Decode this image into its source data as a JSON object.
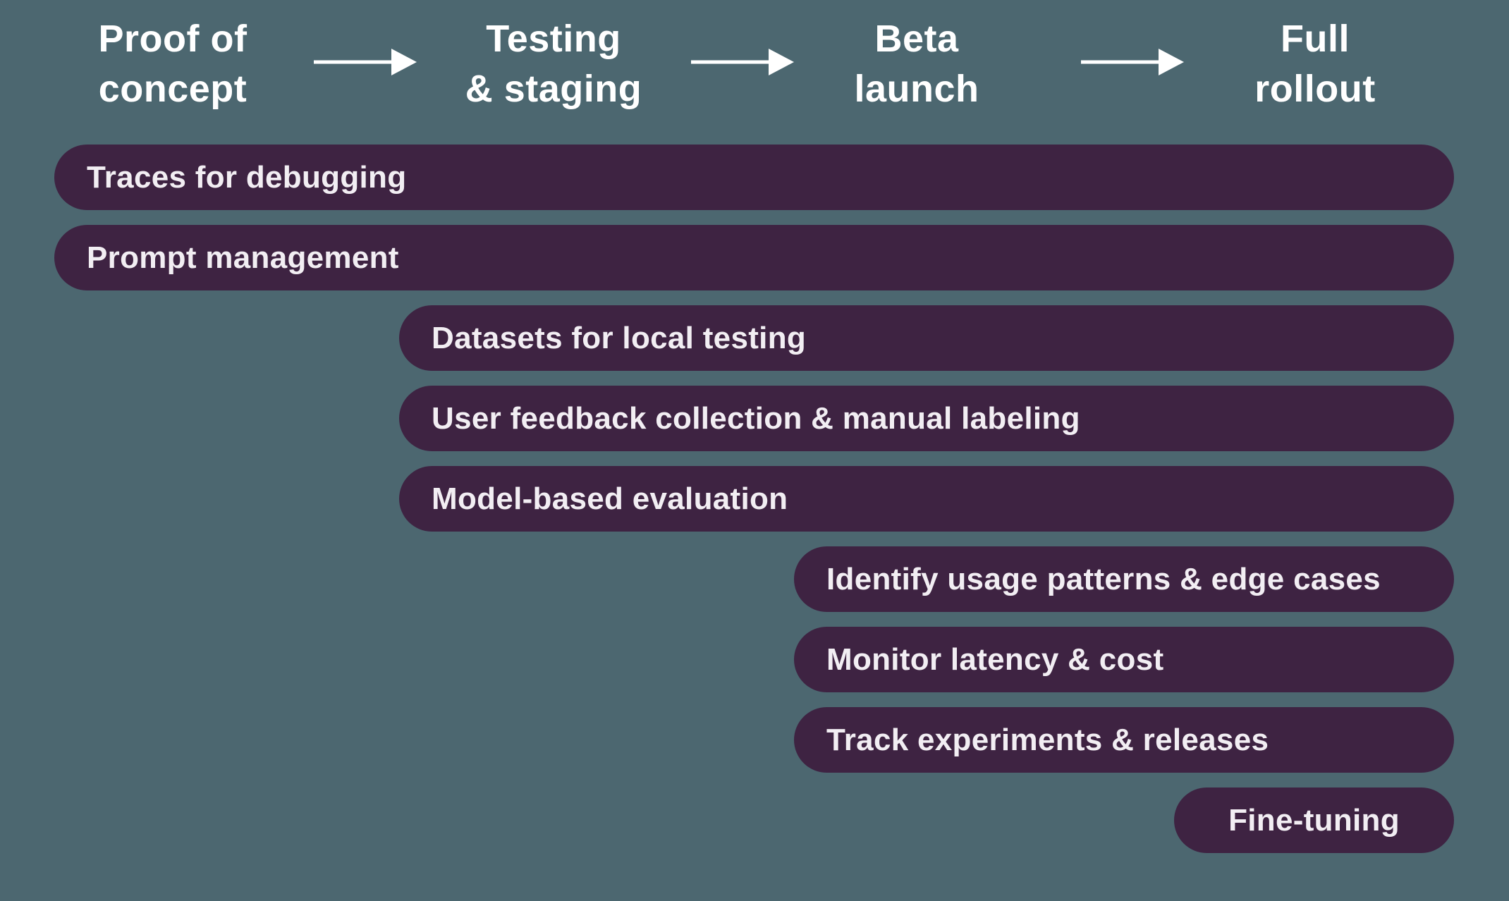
{
  "colors": {
    "background": "#4C6770",
    "bar": "#3E2342",
    "bar_text": "#F2EEF3",
    "header_text": "#FFFFFF",
    "arrow": "#FFFFFF"
  },
  "stages": [
    {
      "line1": "Proof of",
      "line2": "concept"
    },
    {
      "line1": "Testing",
      "line2": "& staging"
    },
    {
      "line1": "Beta",
      "line2": "launch"
    },
    {
      "line1": "Full",
      "line2": "rollout"
    }
  ],
  "bars": [
    {
      "label": "Traces for debugging",
      "start_stage": "Proof of concept"
    },
    {
      "label": "Prompt management",
      "start_stage": "Proof of concept"
    },
    {
      "label": "Datasets for local testing",
      "start_stage": "Testing & staging"
    },
    {
      "label": "User feedback collection & manual labeling",
      "start_stage": "Testing & staging"
    },
    {
      "label": "Model-based evaluation",
      "start_stage": "Testing & staging"
    },
    {
      "label": "Identify usage patterns & edge cases",
      "start_stage": "Beta launch"
    },
    {
      "label": "Monitor latency & cost",
      "start_stage": "Beta launch"
    },
    {
      "label": "Track experiments & releases",
      "start_stage": "Beta launch"
    },
    {
      "label": "Fine-tuning",
      "start_stage": "Full rollout"
    }
  ]
}
